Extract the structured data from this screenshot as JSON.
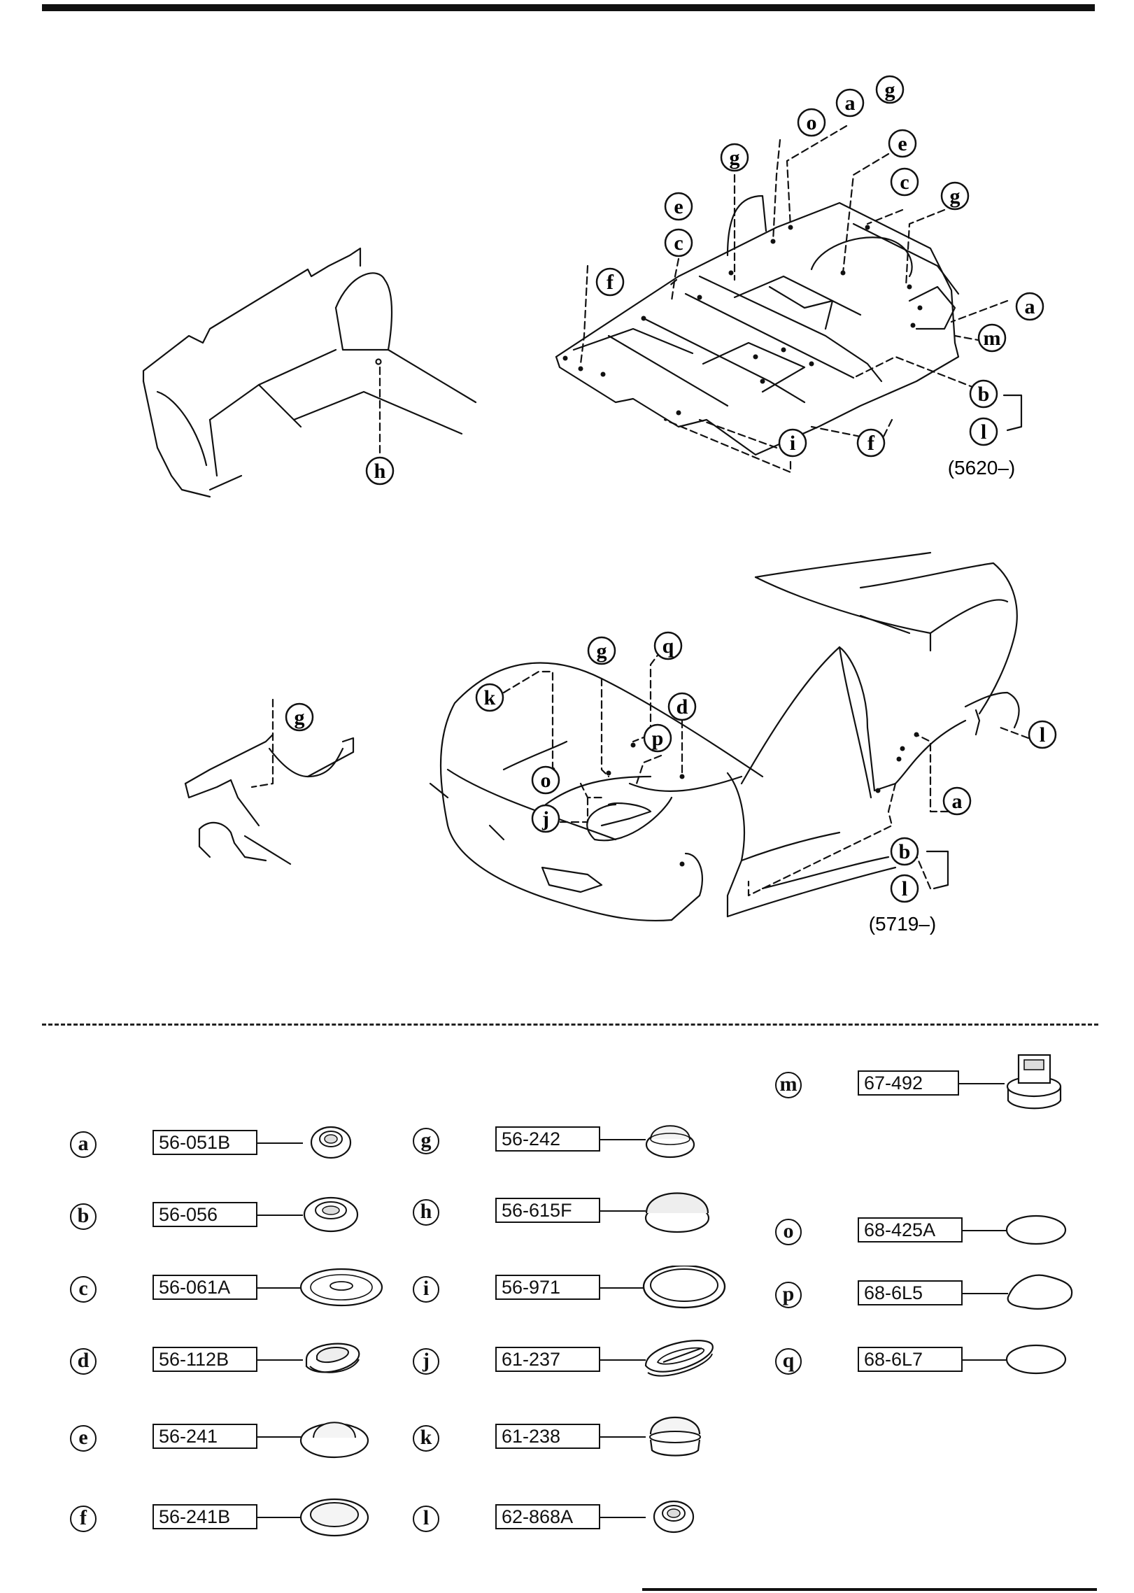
{
  "diagram": {
    "callouts_floor": [
      "o",
      "a",
      "g",
      "g",
      "e",
      "e",
      "c",
      "c",
      "g",
      "f",
      "a",
      "m",
      "b",
      "l",
      "i",
      "f"
    ],
    "floor_note": "(5620–)",
    "callout_rear_panel": "h",
    "callout_rail": "g",
    "callouts_body": [
      "g",
      "q",
      "k",
      "d",
      "p",
      "o",
      "j",
      "l",
      "a",
      "b",
      "l"
    ],
    "body_note": "(5719–)"
  },
  "legend": [
    {
      "letter": "a",
      "code": "56-051B",
      "shape": "grommet-small"
    },
    {
      "letter": "b",
      "code": "56-056",
      "shape": "grommet-medium"
    },
    {
      "letter": "c",
      "code": "56-061A",
      "shape": "flat-ring"
    },
    {
      "letter": "d",
      "code": "56-112B",
      "shape": "oval-grommet"
    },
    {
      "letter": "e",
      "code": "56-241",
      "shape": "dome-plug"
    },
    {
      "letter": "f",
      "code": "56-241B",
      "shape": "ring-plug"
    },
    {
      "letter": "g",
      "code": "56-242",
      "shape": "small-plug"
    },
    {
      "letter": "h",
      "code": "56-615F",
      "shape": "large-dome-plug"
    },
    {
      "letter": "i",
      "code": "56-971",
      "shape": "thin-ring"
    },
    {
      "letter": "j",
      "code": "61-237",
      "shape": "slotted-grommet"
    },
    {
      "letter": "k",
      "code": "61-238",
      "shape": "cap-plug"
    },
    {
      "letter": "l",
      "code": "62-868A",
      "shape": "grommet-small"
    },
    {
      "letter": "m",
      "code": "67-492",
      "shape": "clip"
    },
    {
      "letter": "o",
      "code": "68-425A",
      "shape": "oval-seal"
    },
    {
      "letter": "p",
      "code": "68-6L5",
      "shape": "shaped-seal"
    },
    {
      "letter": "q",
      "code": "68-6L7",
      "shape": "oval-seal"
    }
  ]
}
